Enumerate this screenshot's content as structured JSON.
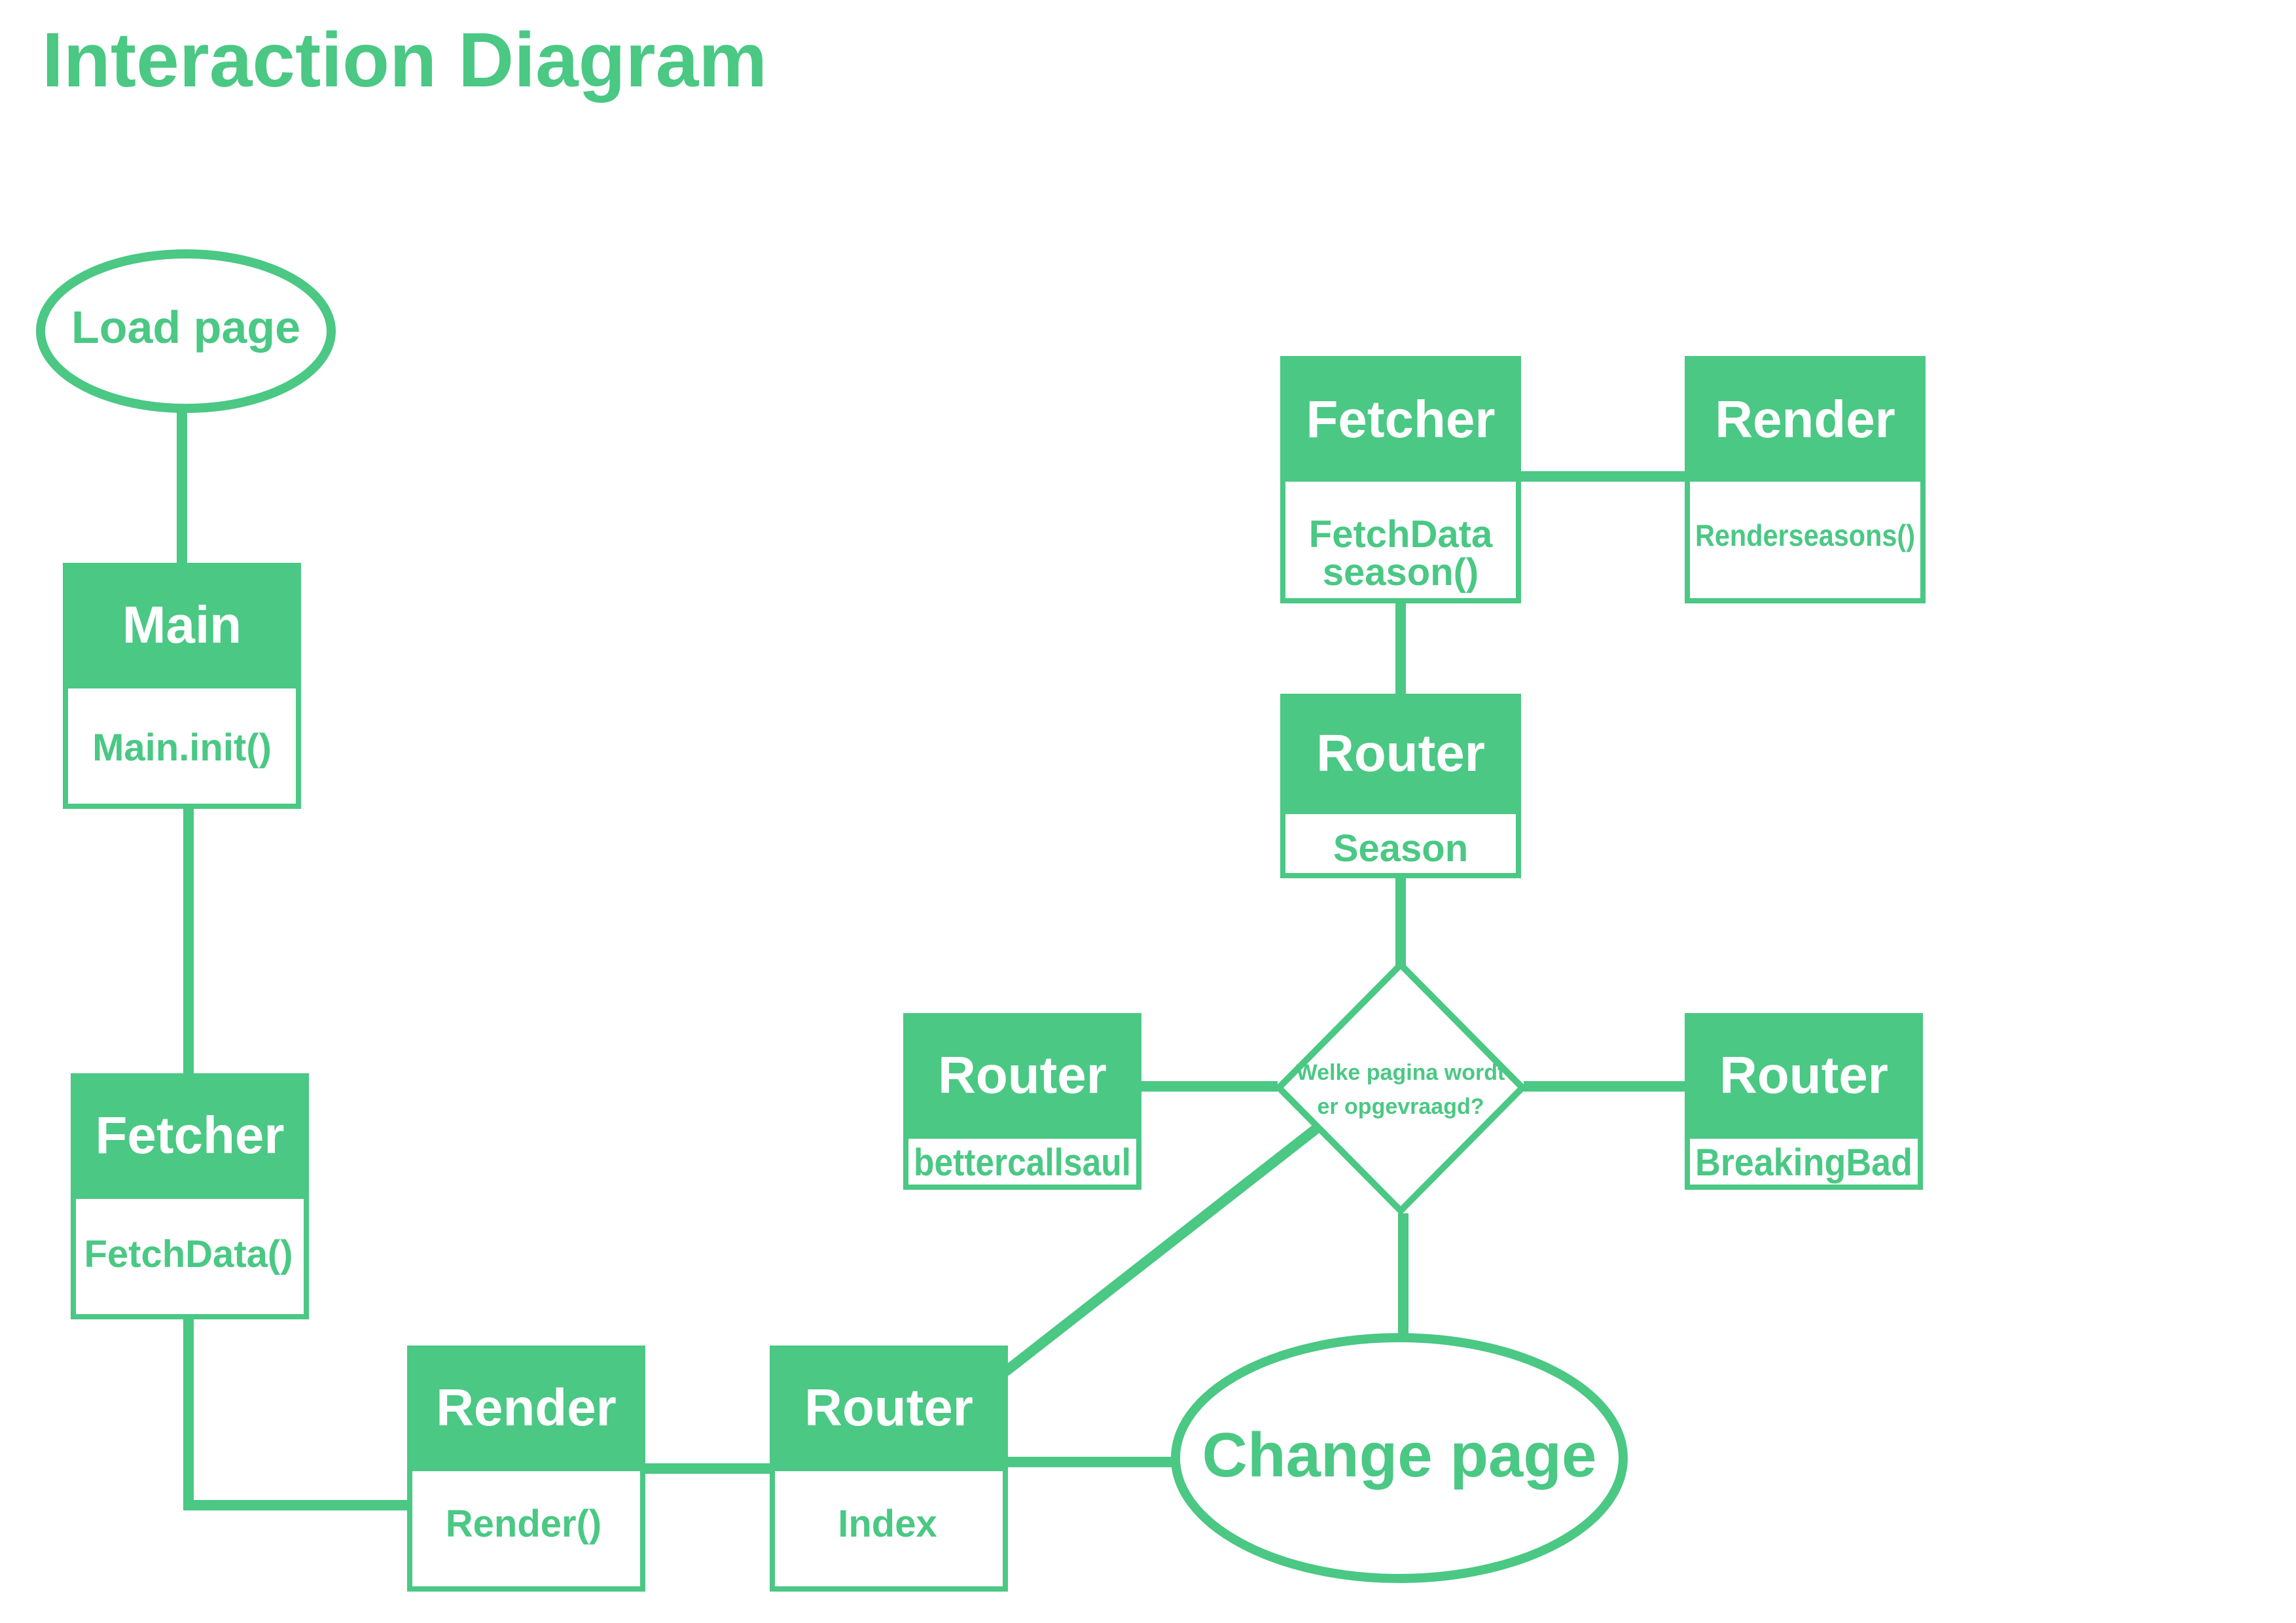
{
  "title": "Interaction Diagram",
  "color": "#4ac884",
  "nodes": {
    "load_page": {
      "label": "Load page"
    },
    "main": {
      "header": "Main",
      "body": "Main.init()"
    },
    "fetcher_main": {
      "header": "Fetcher",
      "body": "FetchData()"
    },
    "render_main": {
      "header": "Render",
      "body": "Render()"
    },
    "router_index": {
      "header": "Router",
      "body": "Index"
    },
    "change_page": {
      "label": "Change page"
    },
    "decision": {
      "line1": "Welke pagina wordt",
      "line2": "er opgevraagd?"
    },
    "router_bcs": {
      "header": "Router",
      "body": "bettercallsaul"
    },
    "router_bb": {
      "header": "Router",
      "body": "BreakingBad"
    },
    "router_season": {
      "header": "Router",
      "body": "Season"
    },
    "fetcher_season": {
      "header": "Fetcher",
      "body_line1": "FetchData",
      "body_line2": "season()"
    },
    "render_seasons": {
      "header": "Render",
      "body": "Renderseasons()"
    }
  }
}
